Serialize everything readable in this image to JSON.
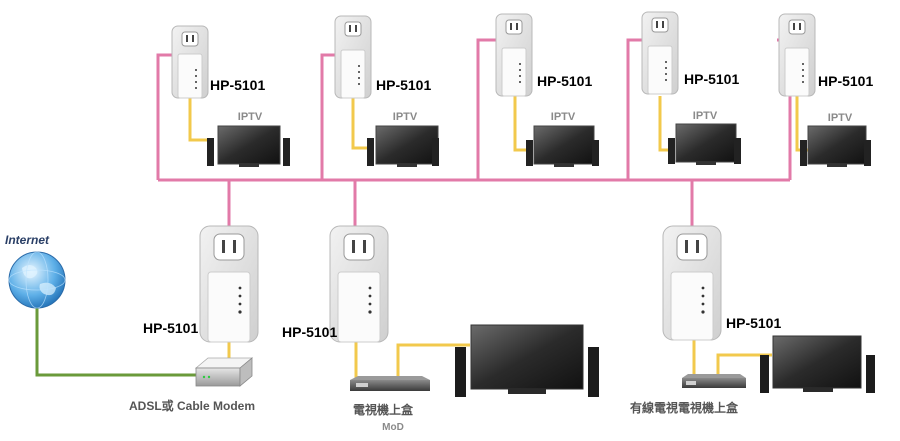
{
  "labels": {
    "internet": "Internet",
    "modem": "ADSL或 Cable Modem",
    "stb": "電視機上盒",
    "stb_sub": "MoD",
    "cable_stb": "有線電視電視機上盒"
  },
  "adapters": [
    {
      "model": "HP-5101"
    },
    {
      "model": "HP-5101"
    },
    {
      "model": "HP-5101"
    },
    {
      "model": "HP-5101"
    },
    {
      "model": "HP-5101"
    },
    {
      "model": "HP-5101"
    },
    {
      "model": "HP-5101"
    },
    {
      "model": "HP-5101"
    }
  ],
  "tvs": [
    {
      "label": "IPTV"
    },
    {
      "label": "IPTV"
    },
    {
      "label": "IPTV"
    },
    {
      "label": "IPTV"
    },
    {
      "label": "IPTV"
    }
  ],
  "colors": {
    "powerline": "#e27aa8",
    "ethernet": "#f2c94c",
    "internet_link": "#6a9a3a"
  }
}
